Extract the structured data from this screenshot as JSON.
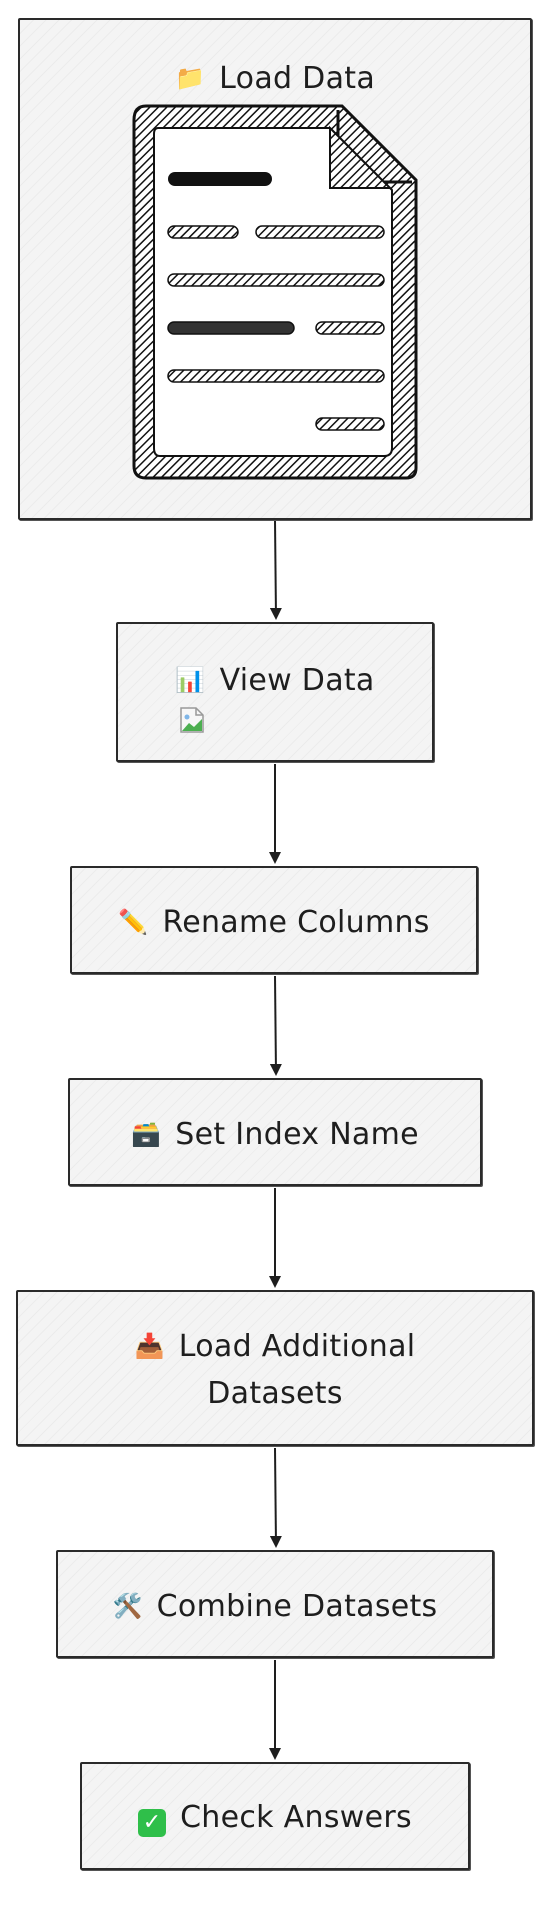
{
  "nodes": [
    {
      "id": "load-data",
      "icon": "folder-icon",
      "emoji": "📁",
      "label": "Load Data"
    },
    {
      "id": "view-data",
      "icon": "bar-chart-icon",
      "emoji": "📊",
      "label": "View Data"
    },
    {
      "id": "rename-columns",
      "icon": "pencil-icon",
      "emoji": "✏️",
      "label": "Rename Columns"
    },
    {
      "id": "set-index-name",
      "icon": "card-file-box-icon",
      "emoji": "🗃️",
      "label": "Set Index Name"
    },
    {
      "id": "load-additional-datasets",
      "icon": "inbox-tray-icon",
      "emoji": "📥",
      "label_line1": "Load Additional",
      "label_line2": "Datasets"
    },
    {
      "id": "combine-datasets",
      "icon": "hammer-wrench-icon",
      "emoji": "🛠️",
      "label": "Combine Datasets"
    },
    {
      "id": "check-answers",
      "icon": "check-mark-icon",
      "emoji": "✓",
      "label": "Check Answers"
    }
  ],
  "edges": [
    [
      "load-data",
      "view-data"
    ],
    [
      "view-data",
      "rename-columns"
    ],
    [
      "rename-columns",
      "set-index-name"
    ],
    [
      "set-index-name",
      "load-additional-datasets"
    ],
    [
      "load-additional-datasets",
      "combine-datasets"
    ],
    [
      "combine-datasets",
      "check-answers"
    ]
  ],
  "colors": {
    "stroke": "#1e1e1e",
    "fill": "#f4f4f4",
    "check": "#2fbf4a"
  }
}
